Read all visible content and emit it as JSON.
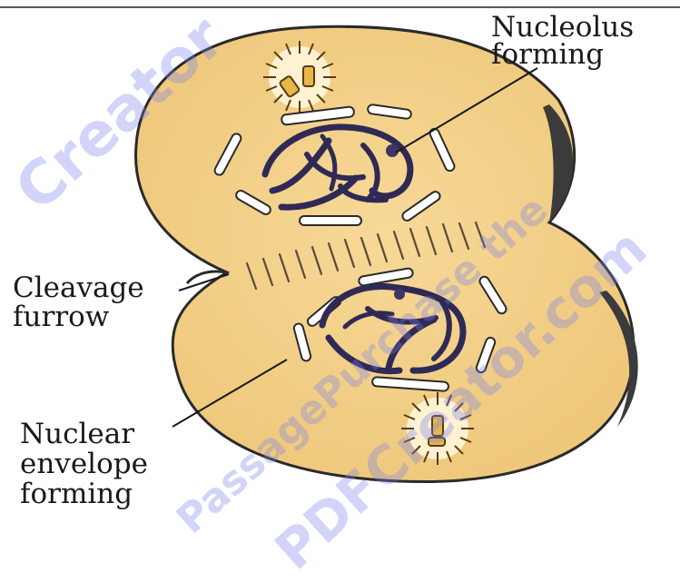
{
  "labels": {
    "nucleolus_line1": "Nucleolus",
    "nucleolus_line2": "forming",
    "cleavage_line1": "Cleavage",
    "cleavage_line2": "furrow",
    "nuclear_line1": "Nuclear",
    "nuclear_line2": "envelope",
    "nuclear_line3": "forming"
  },
  "watermark": {
    "line1": "Creator",
    "line2": "PassagePurchase the",
    "line3": "PDFCreator.com"
  },
  "colors": {
    "cytoplasm": "#f3cf86",
    "outline": "#2a2a2a",
    "chromosome": "#2f2a55",
    "envelope": "#ffffff",
    "watermark": "#7680ee"
  }
}
